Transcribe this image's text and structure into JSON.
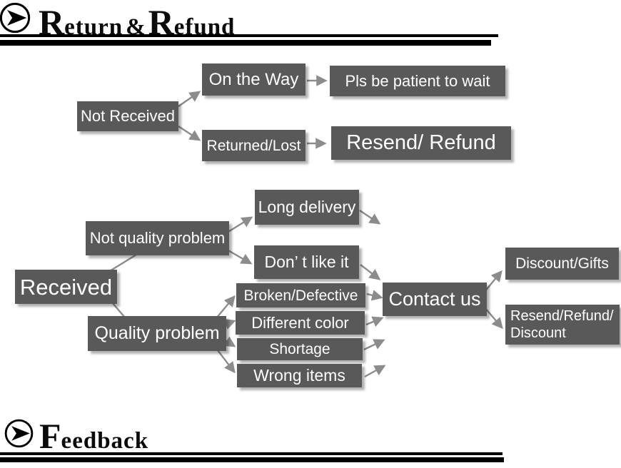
{
  "colors": {
    "box_bg": "#595959",
    "box_text": "#ffffff",
    "arrow": "#8c8c8c",
    "banner_ink": "#0a0a0a",
    "page_bg": "#ffffff"
  },
  "banner_top": {
    "big1": "R",
    "small1": "eturn",
    "amp": "&",
    "big2": "R",
    "small2": "efund"
  },
  "banner_bottom": {
    "big": "F",
    "small": "eedback"
  },
  "flow": {
    "not_received": "Not Received",
    "on_the_way": "On the Way",
    "pls_be_patient": "Pls be patient to wait",
    "returned_lost": "Returned/Lost",
    "resend_refund": "Resend/ Refund",
    "received": "Received",
    "not_quality_problem": "Not quality problem",
    "long_delivery": "Long delivery",
    "dont_like_it": "Don’ t like it",
    "quality_problem": "Quality problem",
    "broken_defective": "Broken/Defective",
    "different_color": "Different color",
    "shortage": "Shortage",
    "wrong_items": "Wrong items",
    "contact_us": "Contact us",
    "discount_gifts": "Discount/Gifts",
    "resend_refund_discount": [
      "Resend/Refund/",
      "Discount"
    ]
  }
}
